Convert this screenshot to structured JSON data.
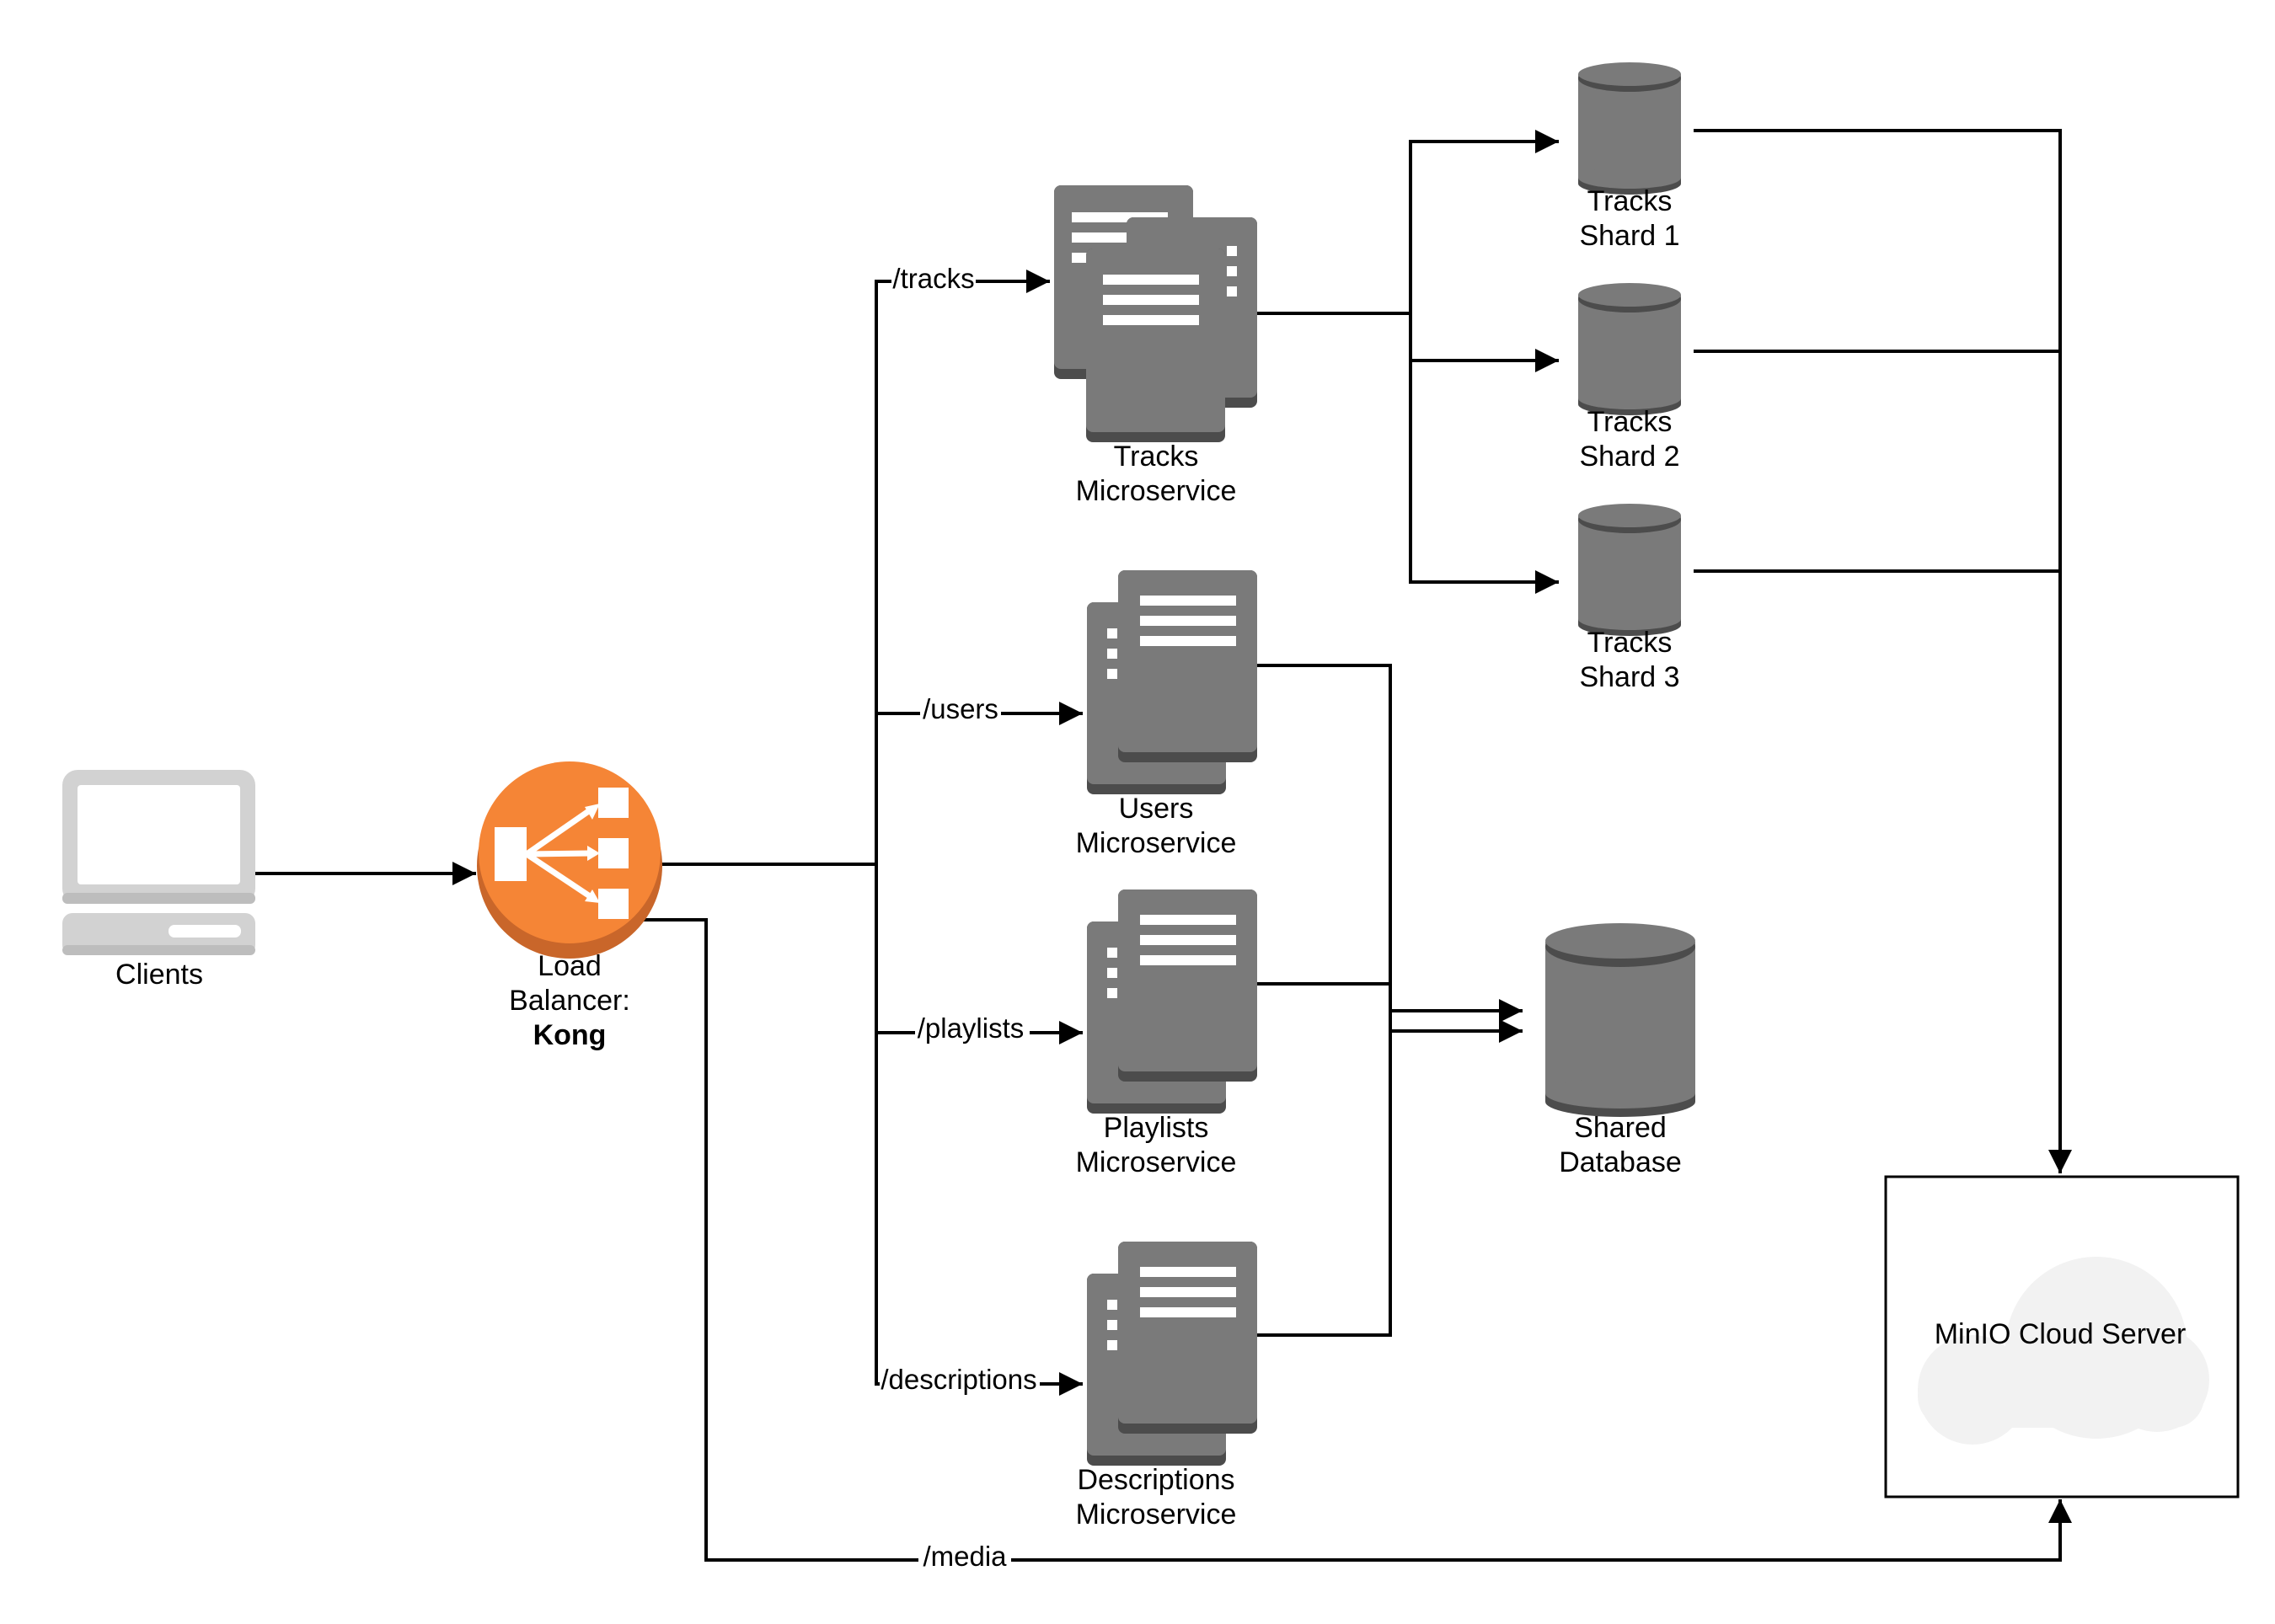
{
  "nodes": {
    "clients": {
      "label": "Clients",
      "icon": "laptop-icon"
    },
    "load_balancer": {
      "line1": "Load",
      "line2": "Balancer:",
      "line3": "Kong",
      "icon": "load-balancer-icon"
    },
    "tracks_ms": {
      "line1": "Tracks",
      "line2": "Microservice",
      "icon": "server-stack-icon"
    },
    "users_ms": {
      "line1": "Users",
      "line2": "Microservice",
      "icon": "server-stack-icon"
    },
    "playlists_ms": {
      "line1": "Playlists",
      "line2": "Microservice",
      "icon": "server-stack-icon"
    },
    "descriptions_ms": {
      "line1": "Descriptions",
      "line2": "Microservice",
      "icon": "server-stack-icon"
    },
    "shard1": {
      "line1": "Tracks",
      "line2": "Shard 1",
      "icon": "database-icon"
    },
    "shard2": {
      "line1": "Tracks",
      "line2": "Shard 2",
      "icon": "database-icon"
    },
    "shard3": {
      "line1": "Tracks",
      "line2": "Shard 3",
      "icon": "database-icon"
    },
    "shared_db": {
      "line1": "Shared",
      "line2": "Database",
      "icon": "database-icon"
    },
    "minio": {
      "label": "MinIO Cloud Server",
      "icon": "cloud-icon"
    }
  },
  "routes": {
    "tracks": "/tracks",
    "users": "/users",
    "playlists": "/playlists",
    "descriptions": "/descriptions",
    "media": "/media"
  },
  "colors": {
    "device_gray": "#d2d2d2",
    "server_gray": "#7a7a7a",
    "server_dark": "#4c4c4c",
    "kong_orange": "#f58536",
    "kong_orange_dark": "#c9662a",
    "cloud_gray": "#f2f2f2"
  }
}
